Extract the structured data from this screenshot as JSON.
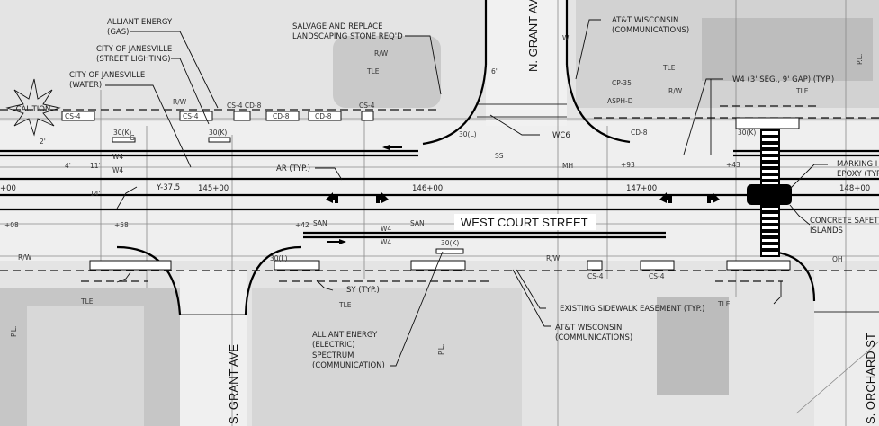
{
  "street_names": {
    "main": "WEST COURT STREET",
    "north_grant": "N. GRANT AVE",
    "south_grant": "S. GRANT AVE",
    "south_orchard": "S. ORCHARD ST"
  },
  "caution": "CAUTION",
  "stations": [
    "+00",
    "145+00",
    "146+00",
    "147+00",
    "148+00"
  ],
  "callouts": {
    "alliant_gas": [
      "ALLIANT ENERGY",
      "(GAS)"
    ],
    "city_lighting": [
      "CITY OF JANESVILLE",
      "(STREET LIGHTING)"
    ],
    "city_water": [
      "CITY OF JANESVILLE",
      "(WATER)"
    ],
    "salvage": [
      "SALVAGE AND REPLACE",
      "LANDSCAPING STONE REQ'D"
    ],
    "att_north": [
      "AT&T WISCONSIN",
      "(COMMUNICATIONS)"
    ],
    "w4_typ": "W4 (3' SEG., 9' GAP) (TYP.)",
    "marking": [
      "MARKING I",
      "EPOXY (TYP"
    ],
    "concrete_islands": [
      "CONCRETE SAFETY",
      "ISLANDS"
    ],
    "alliant_electric": [
      "ALLIANT ENERGY",
      "(ELECTRIC)",
      "SPECTRUM",
      "(COMMUNICATION)"
    ],
    "sidewalk_easement": "EXISTING SIDEWALK EASEMENT (TYP.)",
    "att_south": [
      "AT&T WISCONSIN",
      "(COMMUNICATIONS)"
    ],
    "ar_typ": "AR (TYP.)",
    "sy_typ": "SY (TYP.)",
    "y375": "Y-37.5",
    "wc6": "WC6"
  },
  "marks": {
    "rw": "R/W",
    "tle": "TLE",
    "cs4": "CS-4",
    "cd8": "CD-8",
    "cs4cd8": "CS-4 CD-8",
    "k30": "30(K)",
    "l30": "30(L)",
    "w4": "W4",
    "cp35": "CP-35",
    "asphd": "ASPH-D",
    "pl": "P.L.",
    "mh": "MH",
    "san": "SAN",
    "ss": "SS",
    "oh": "OH",
    "g": "G",
    "w": "W"
  },
  "dimensions": [
    "2'",
    "4'",
    "11'",
    "14'",
    "6'",
    "+93",
    "+43",
    "+08",
    "+58",
    "+42"
  ]
}
